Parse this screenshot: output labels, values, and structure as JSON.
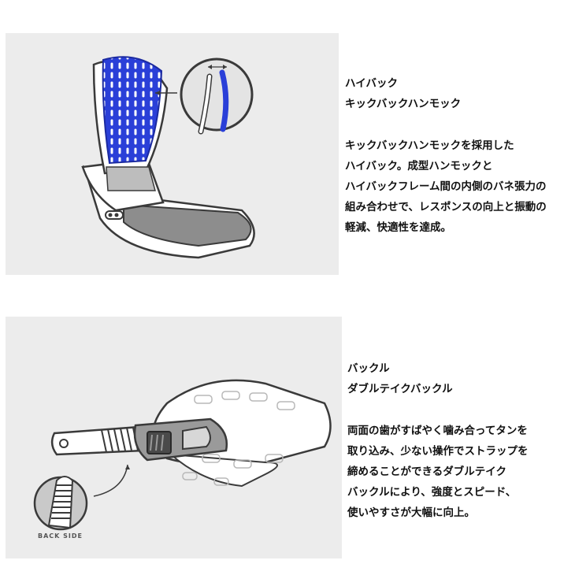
{
  "section1": {
    "title": "ハイバック",
    "subtitle": "キックバックハンモック",
    "body": [
      "キックバックハンモックを採用した",
      "ハイバック。成型ハンモックと",
      "ハイバックフレーム間の内側のバネ張力の",
      "組み合わせで、レスポンスの向上と振動の",
      "軽減、快適性を達成。"
    ]
  },
  "section2": {
    "title": "バックル",
    "subtitle": "ダブルテイクバックル",
    "body": [
      "両面の歯がすばやく噛み合ってタンを",
      "取り込み、少ない操作でストラップを",
      "締めることができるダブルテイク",
      "バックルにより、強度とスピード、",
      "使いやすさが大幅に向上。"
    ],
    "inset_label": "BACK SIDE"
  },
  "colors": {
    "accent": "#2a3fd8",
    "panel": "#ececec",
    "line": "#3a3a3a"
  }
}
